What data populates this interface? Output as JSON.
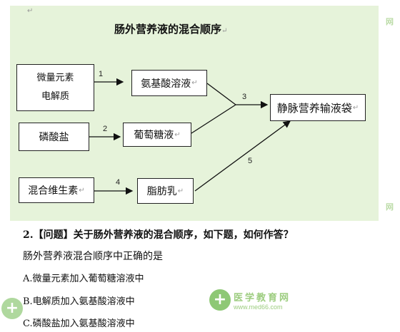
{
  "diagram": {
    "title": "肠外营养液的混合顺序",
    "boxes": {
      "trace_elements_line1": "微量元素",
      "trace_elements_line2": "电解质",
      "amino_acid": "氨基酸溶液",
      "phosphate": "磷酸盐",
      "glucose": "葡萄糖液",
      "vitamins": "混合维生素",
      "fat_emulsion": "脂肪乳",
      "iv_bag": "静脉营养输液袋"
    },
    "steps": [
      "1",
      "2",
      "3",
      "4",
      "5"
    ],
    "para_mark": "↵"
  },
  "question": {
    "header": "2.【问题】关于肠外营养液的混合顺序，如下题，如何作答？",
    "stem": "肠外营养液混合顺序中正确的是",
    "options": [
      "A.微量元素加入葡萄糖溶液中",
      "B.电解质加入氨基酸溶液中",
      "C.磷酸盐加入氨基酸溶液中"
    ]
  },
  "watermark": {
    "name": "医学教育网",
    "url": "www.med66.com"
  }
}
